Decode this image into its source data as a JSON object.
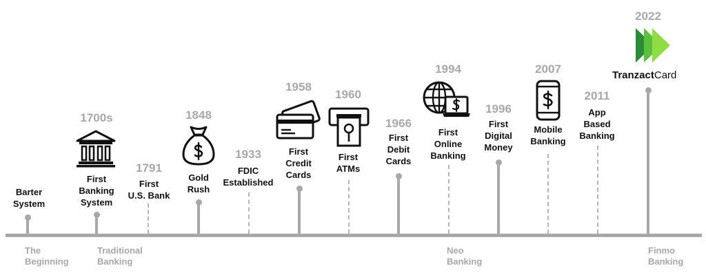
{
  "brand": {
    "name_bold": "Tranzact",
    "name_light": "Card",
    "logo_colors": [
      "#2e8b3a",
      "#5cbf3e",
      "#8fdc45"
    ]
  },
  "colors": {
    "axis": "#a8a8a8",
    "text": "#111111",
    "muted": "#a8a8a8"
  },
  "eras": [
    {
      "label": "The\nBeginning"
    },
    {
      "label": "Traditional\nBanking"
    },
    {
      "label": "Neo\nBanking"
    },
    {
      "label": "Finmo\nBanking"
    }
  ],
  "events": [
    {
      "year": "",
      "label": "Barter\nSystem",
      "icon": ""
    },
    {
      "year": "1700s",
      "label": "First\nBanking\nSystem",
      "icon": "bank-icon"
    },
    {
      "year": "1791",
      "label": "First\nU.S. Bank",
      "icon": ""
    },
    {
      "year": "1848",
      "label": "Gold\nRush",
      "icon": "money-bag-icon"
    },
    {
      "year": "1933",
      "label": "FDIC\nEstablished",
      "icon": ""
    },
    {
      "year": "1958",
      "label": "First\nCredit\nCards",
      "icon": "credit-cards-icon"
    },
    {
      "year": "1960",
      "label": "First\nATMs",
      "icon": "atm-icon"
    },
    {
      "year": "1966",
      "label": "First\nDebit\nCards",
      "icon": ""
    },
    {
      "year": "1994",
      "label": "First\nOnline\nBanking",
      "icon": "globe-laptop-icon"
    },
    {
      "year": "1996",
      "label": "First\nDigital\nMoney",
      "icon": ""
    },
    {
      "year": "2007",
      "label": "Mobile\nBanking",
      "icon": "mobile-phone-icon"
    },
    {
      "year": "2011",
      "label": "App\nBased\nBanking",
      "icon": ""
    },
    {
      "year": "2022",
      "label": "",
      "icon": "tranzactcard-logo"
    }
  ]
}
